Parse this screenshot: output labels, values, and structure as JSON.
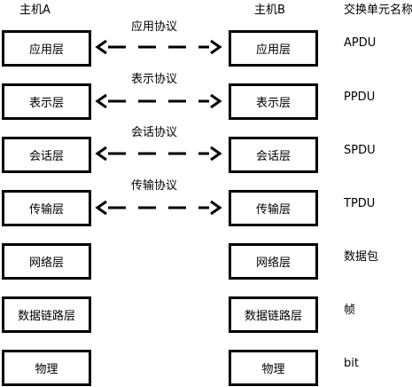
{
  "host_a": {
    "title": "主机A"
  },
  "host_b": {
    "title": "主机B"
  },
  "unit_header": "交换单元名称",
  "layers": [
    {
      "name": "应用层",
      "protocol": "应用协议",
      "unit": "APDU"
    },
    {
      "name": "表示层",
      "protocol": "表示协议",
      "unit": "PPDU"
    },
    {
      "name": "会话层",
      "protocol": "会话协议",
      "unit": "SPDU"
    },
    {
      "name": "传输层",
      "protocol": "传输协议",
      "unit": "TPDU"
    },
    {
      "name": "网络层",
      "protocol": "",
      "unit": "数据包"
    },
    {
      "name": "数据链路层",
      "protocol": "",
      "unit": "帧"
    },
    {
      "name": "物理",
      "protocol": "",
      "unit": "bit"
    }
  ]
}
